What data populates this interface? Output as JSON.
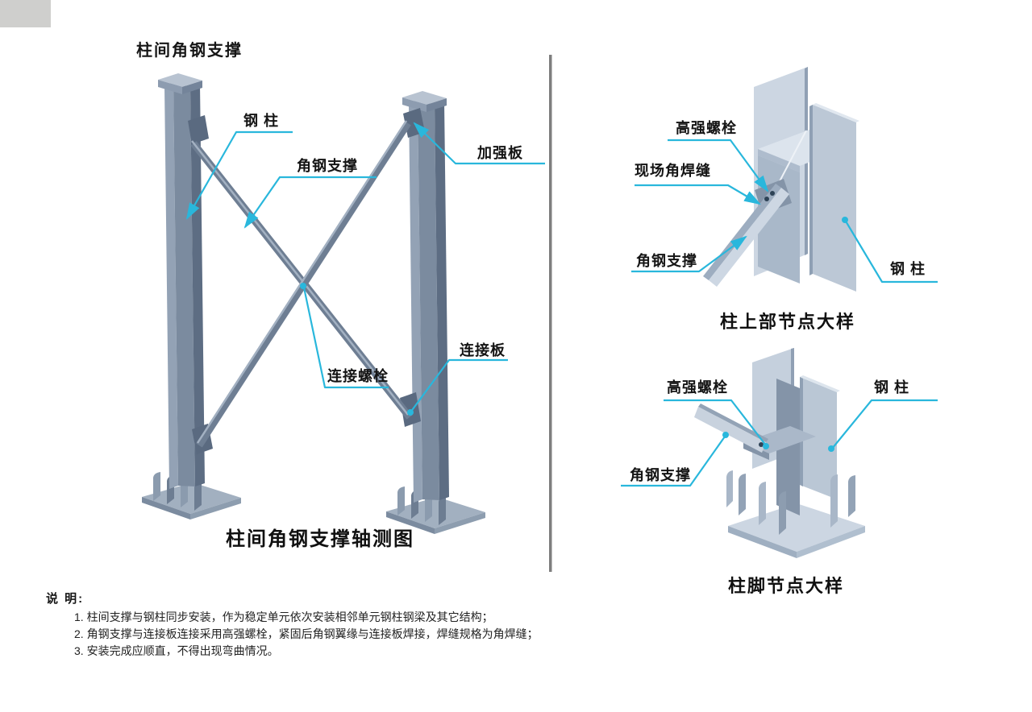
{
  "page": {
    "title": "柱间角钢支撑"
  },
  "left_diagram": {
    "caption": "柱间角钢支撑轴测图",
    "labels": {
      "steel_column": "钢 柱",
      "angle_brace": "角钢支撑",
      "reinforcing_plate": "加强板",
      "connection_plate": "连接板",
      "connection_bolt": "连接螺栓"
    }
  },
  "top_right_diagram": {
    "caption": "柱上部节点大样",
    "labels": {
      "high_strength_bolt": "高强螺栓",
      "site_fillet_weld": "现场角焊缝",
      "angle_brace": "角钢支撑",
      "steel_column": "钢 柱"
    }
  },
  "bottom_right_diagram": {
    "caption": "柱脚节点大样",
    "labels": {
      "high_strength_bolt": "高强螺栓",
      "steel_column": "钢 柱",
      "angle_brace": "角钢支撑"
    }
  },
  "notes": {
    "heading": "说 明:",
    "items": [
      "1. 柱间支撑与钢柱同步安装，作为稳定单元依次安装相邻单元钢柱钢梁及其它结构；",
      "2. 角钢支撑与连接板连接采用高强螺栓，紧固后角钢翼缘与连接板焊接，焊缝规格为角焊缝；",
      "3. 安装完成应顺直，不得出现弯曲情况。"
    ]
  },
  "colors": {
    "leader_line": "#29b7dc",
    "divider": "#7e7e7e",
    "steel_light": "#ccd6e2",
    "steel_mid": "#93a2b5",
    "steel_dark": "#5d6d83",
    "corner_block": "#cfcfcd"
  }
}
